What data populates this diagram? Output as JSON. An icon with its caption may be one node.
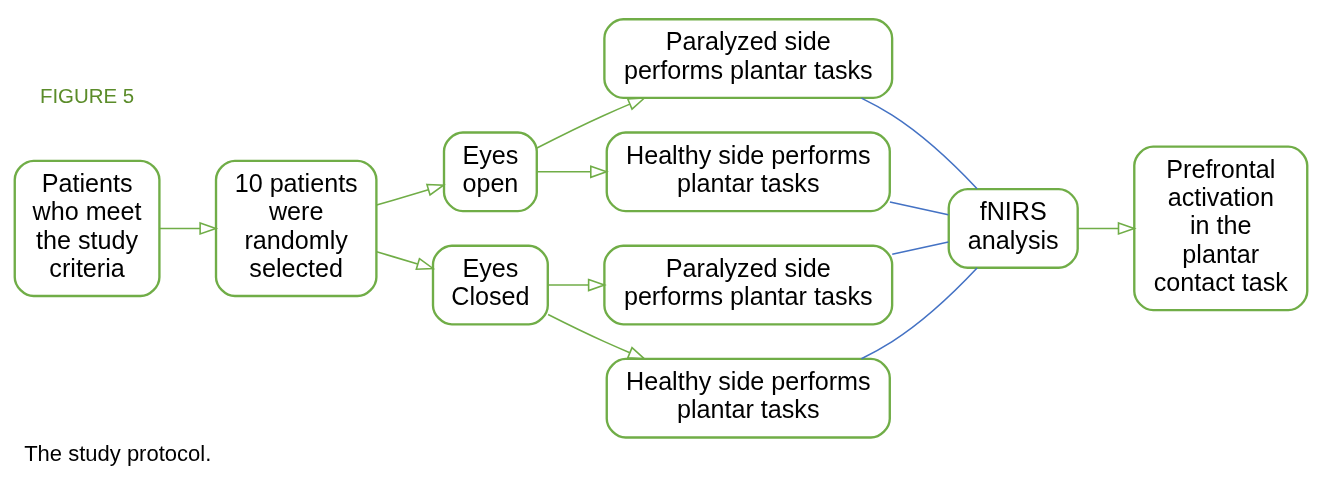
{
  "diagram": {
    "caption": "The study protocol.",
    "nodes": [
      {
        "text": [
          "Patients who meet the study criteria"
        ]
      },
      {
        "text": [
          "10 patients were randomly selected"
        ]
      },
      {
        "text": [
          "Eyes open"
        ]
      },
      {
        "text": [
          "Paralyzed side performs plantar tasks"
        ]
      },
      {
        "text": [
          "Healthy side performs plantar tasks"
        ]
      },
      {
        "text": [
          "Eyes Closed"
        ]
      },
      {
        "text": [
          "Paralyzed side performs plantar tasks"
        ]
      },
      {
        "text": [
          "Healthy side performs plantar tasks"
        ]
      },
      {
        "text": [
          "fNIRS analysis"
        ]
      },
      {
        "text": [
          "Prefrontal activation in the plantar contact task"
        ]
      }
    ],
    "edges": [
      {
        "from": 0,
        "to": 1,
        "arrow": "to"
      },
      {
        "from": 1,
        "to": 2,
        "arrow": "to"
      },
      {
        "from": 1,
        "to": 5,
        "arrow": "to"
      },
      {
        "from": 2,
        "to": 3,
        "arrow": "to"
      },
      {
        "from": 2,
        "to": 4,
        "arrow": "to"
      },
      {
        "from": 5,
        "to": 6,
        "arrow": "to"
      },
      {
        "from": 5,
        "to": 7,
        "arrow": "to"
      },
      {
        "from": 3,
        "to": 8,
        "arrow": "none",
        "color": "#4472c4"
      },
      {
        "from": 4,
        "to": 8,
        "arrow": "none",
        "color": "#4472c4"
      },
      {
        "from": 6,
        "to": 8,
        "arrow": "none",
        "color": "#4472c4"
      },
      {
        "from": 7,
        "to": 8,
        "arrow": "none",
        "color": "#4472c4"
      },
      {
        "from": 8,
        "to": 9,
        "arrow": "to"
      }
    ],
    "labels": [
      "FIGURE 5"
    ]
  }
}
